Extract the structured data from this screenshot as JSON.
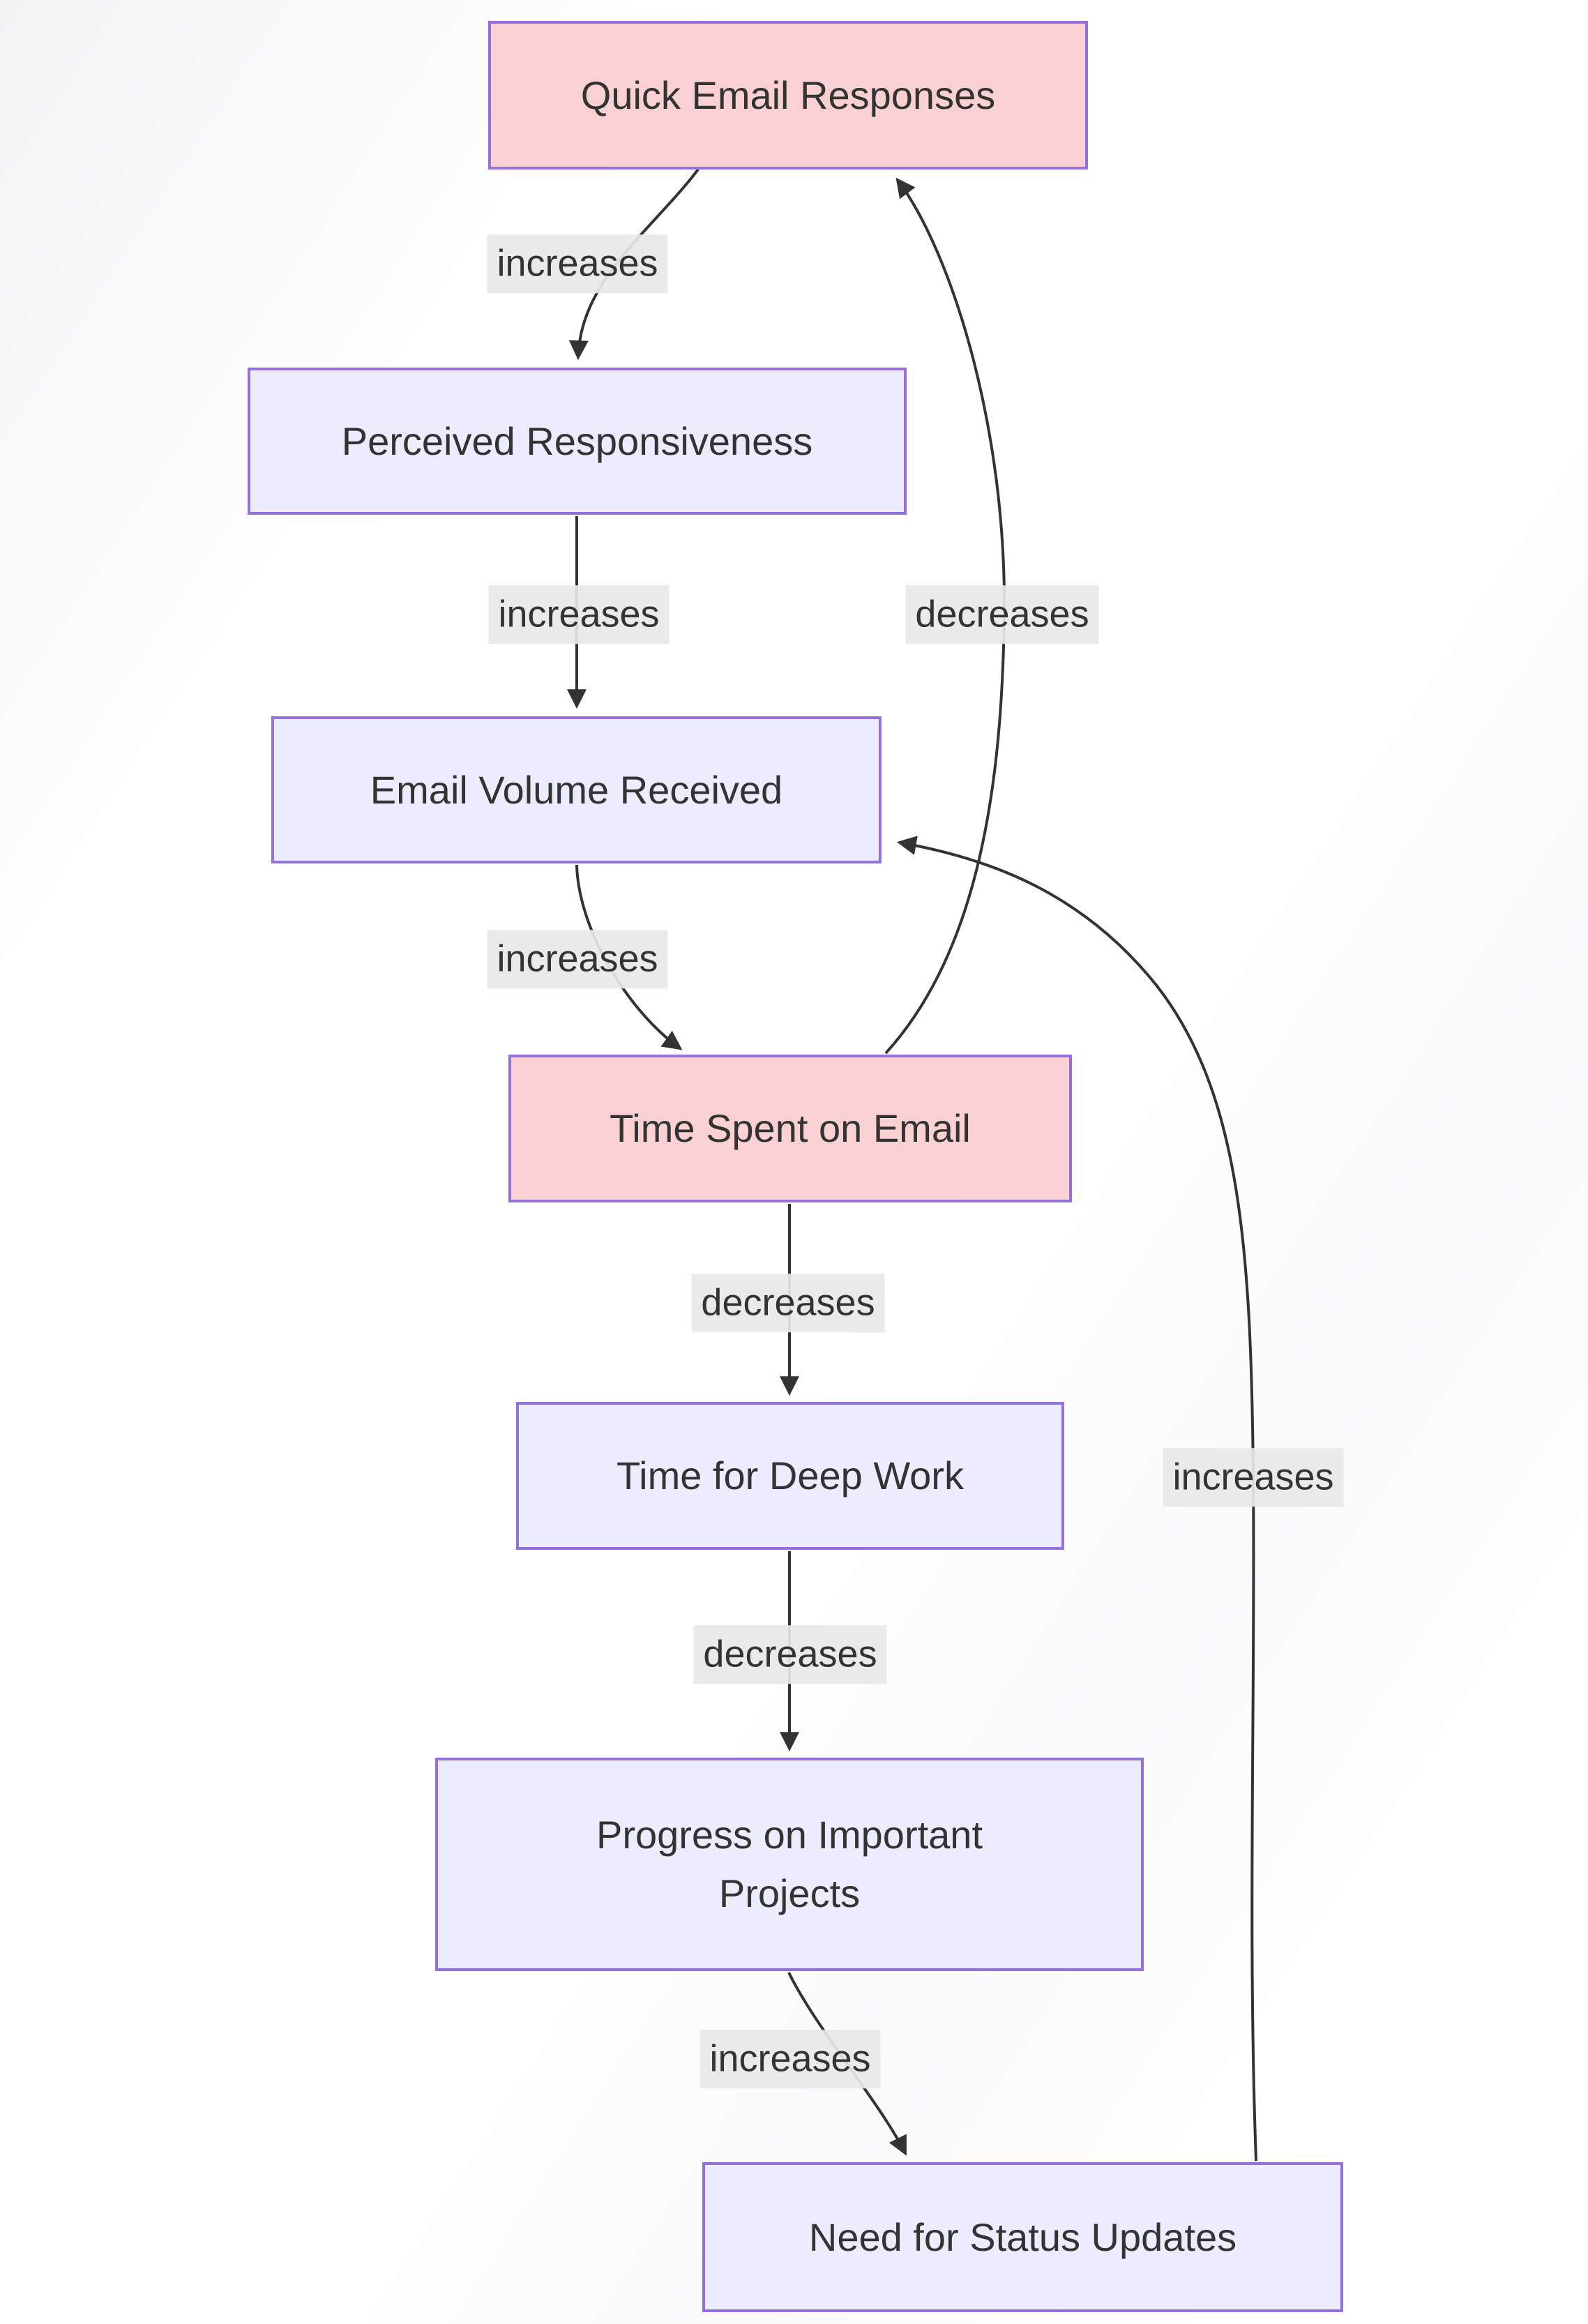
{
  "diagram": {
    "kind": "flowchart",
    "direction": "top-down",
    "topic": "email responsiveness feedback loop"
  },
  "colors": {
    "node_pink_fill": "#fad1d3",
    "node_lavender_fill": "#ececff",
    "node_border": "#9370db",
    "edge_line": "#333333",
    "edge_label_background": "#e8e8e8",
    "text": "#333333"
  },
  "nodes": [
    {
      "id": "quick_email_responses",
      "label": "Quick Email Responses",
      "style": "pink"
    },
    {
      "id": "perceived_responsiveness",
      "label": "Perceived Responsiveness",
      "style": "lavender"
    },
    {
      "id": "email_volume_received",
      "label": "Email Volume Received",
      "style": "lavender"
    },
    {
      "id": "time_spent_on_email",
      "label": "Time Spent on Email",
      "style": "pink"
    },
    {
      "id": "time_for_deep_work",
      "label": "Time for Deep Work",
      "style": "lavender"
    },
    {
      "id": "progress_on_important_projects",
      "label": "Progress on Important Projects",
      "style": "lavender"
    },
    {
      "id": "need_for_status_updates",
      "label": "Need for Status Updates",
      "style": "lavender"
    }
  ],
  "edges": [
    {
      "from": "quick_email_responses",
      "to": "perceived_responsiveness",
      "label": "increases"
    },
    {
      "from": "perceived_responsiveness",
      "to": "email_volume_received",
      "label": "increases"
    },
    {
      "from": "email_volume_received",
      "to": "time_spent_on_email",
      "label": "increases"
    },
    {
      "from": "time_spent_on_email",
      "to": "time_for_deep_work",
      "label": "decreases"
    },
    {
      "from": "time_spent_on_email",
      "to": "quick_email_responses",
      "label": "decreases"
    },
    {
      "from": "time_for_deep_work",
      "to": "progress_on_important_projects",
      "label": "decreases"
    },
    {
      "from": "progress_on_important_projects",
      "to": "need_for_status_updates",
      "label": "increases"
    },
    {
      "from": "need_for_status_updates",
      "to": "email_volume_received",
      "label": "increases"
    }
  ]
}
